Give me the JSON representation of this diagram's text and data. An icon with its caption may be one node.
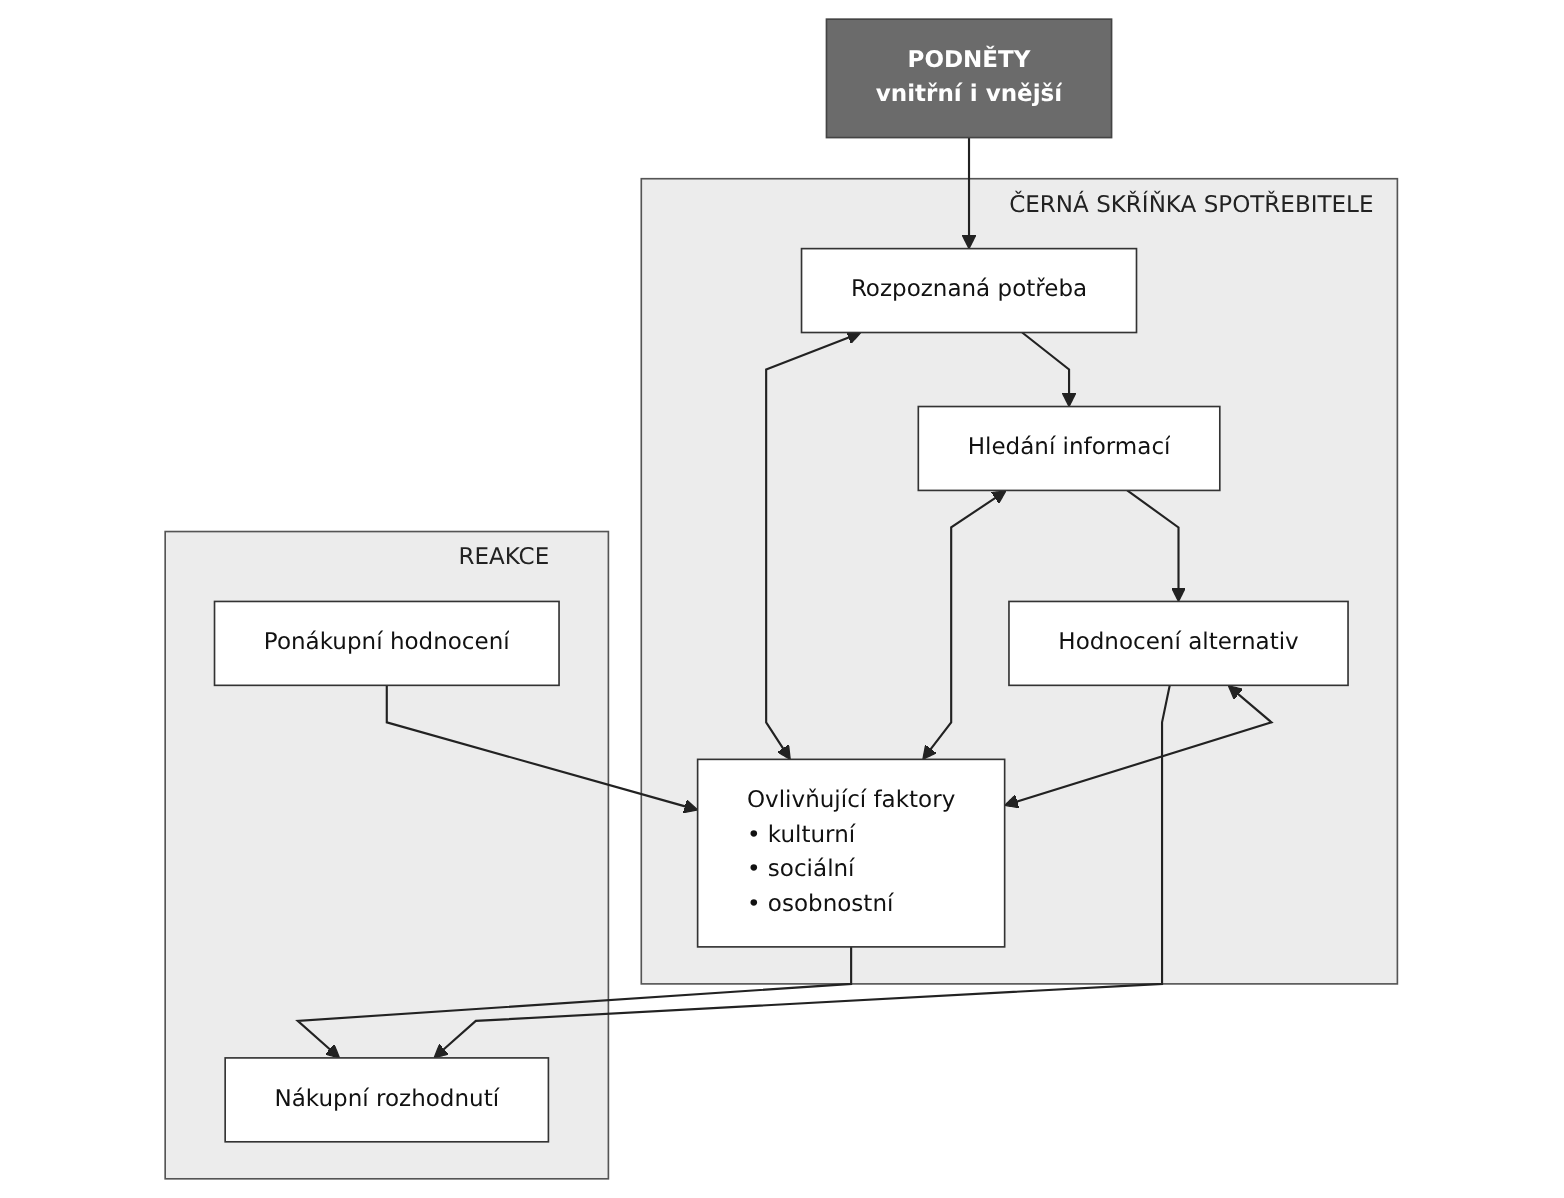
{
  "diagram": {
    "nodes": [
      {
        "text": [
          "PODNĚTY",
          "vnitřní i vnější"
        ]
      },
      {
        "text": [
          "ČERNÁ SKŘÍŇKA SPOTŘEBITELE"
        ]
      },
      {
        "text": [
          "Rozpoznaná potřeba"
        ],
        "in": 1
      },
      {
        "text": [
          "Hledání informací"
        ],
        "in": 1
      },
      {
        "text": [
          "Hodnocení alternativ"
        ],
        "in": 1
      },
      {
        "text": [
          "Ovlivňující faktory",
          "• kulturní",
          "• sociální",
          "• osobnostní"
        ],
        "in": 1
      },
      {
        "text": [
          "REAKCE"
        ]
      },
      {
        "text": [
          "Nákupní rozhodnutí"
        ],
        "in": 6
      },
      {
        "text": [
          "Ponákupní hodnocení"
        ],
        "in": 6
      }
    ],
    "edges": [
      {
        "from": 0,
        "to": 2,
        "arrow": "to"
      },
      {
        "from": 2,
        "to": 3,
        "arrow": "to"
      },
      {
        "from": 3,
        "to": 4,
        "arrow": "to"
      },
      {
        "from": 2,
        "to": 5,
        "arrow": "both"
      },
      {
        "from": 3,
        "to": 5,
        "arrow": "both"
      },
      {
        "from": 4,
        "to": 5,
        "arrow": "both"
      },
      {
        "from": 4,
        "to": 7,
        "arrow": "to"
      },
      {
        "from": 5,
        "to": 7,
        "arrow": "to"
      },
      {
        "from": 8,
        "to": 5,
        "arrow": "to"
      }
    ]
  }
}
